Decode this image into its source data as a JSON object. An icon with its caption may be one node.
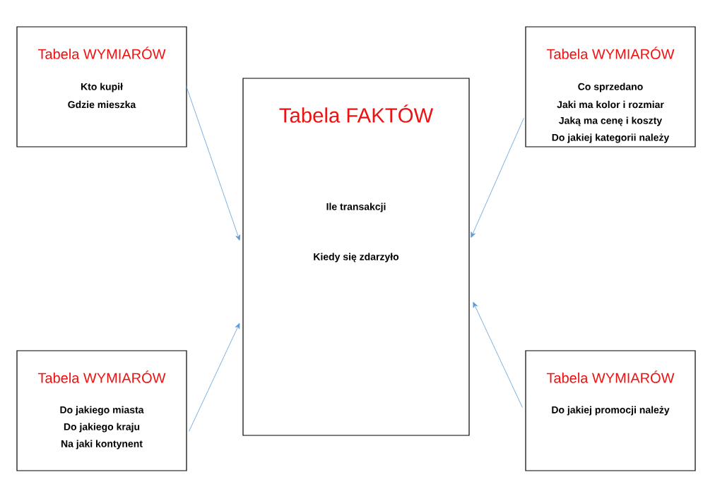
{
  "diagram": {
    "nodes": [
      {
        "text": [
          "Tabela FAKTÓW",
          "Ile transakcji",
          "Kiedy się zdarzyło"
        ]
      },
      {
        "text": [
          "Tabela WYMIARÓW",
          "Kto kupił",
          "Gdzie mieszka"
        ]
      },
      {
        "text": [
          "Tabela WYMIARÓW",
          "Co sprzedano",
          "Jaki ma kolor i rozmiar",
          "Jaką ma cenę i koszty",
          "Do jakiej kategorii należy"
        ]
      },
      {
        "text": [
          "Tabela WYMIARÓW",
          "Do jakiego miasta",
          "Do jakiego kraju",
          "Na jaki kontynent"
        ]
      },
      {
        "text": [
          "Tabela WYMIARÓW",
          "Do jakiej promocji należy"
        ]
      }
    ],
    "edges": [
      {
        "from": 1,
        "to": 0,
        "arrow": "to"
      },
      {
        "from": 2,
        "to": 0,
        "arrow": "to"
      },
      {
        "from": 3,
        "to": 0,
        "arrow": "to"
      },
      {
        "from": 4,
        "to": 0,
        "arrow": "to"
      }
    ]
  }
}
